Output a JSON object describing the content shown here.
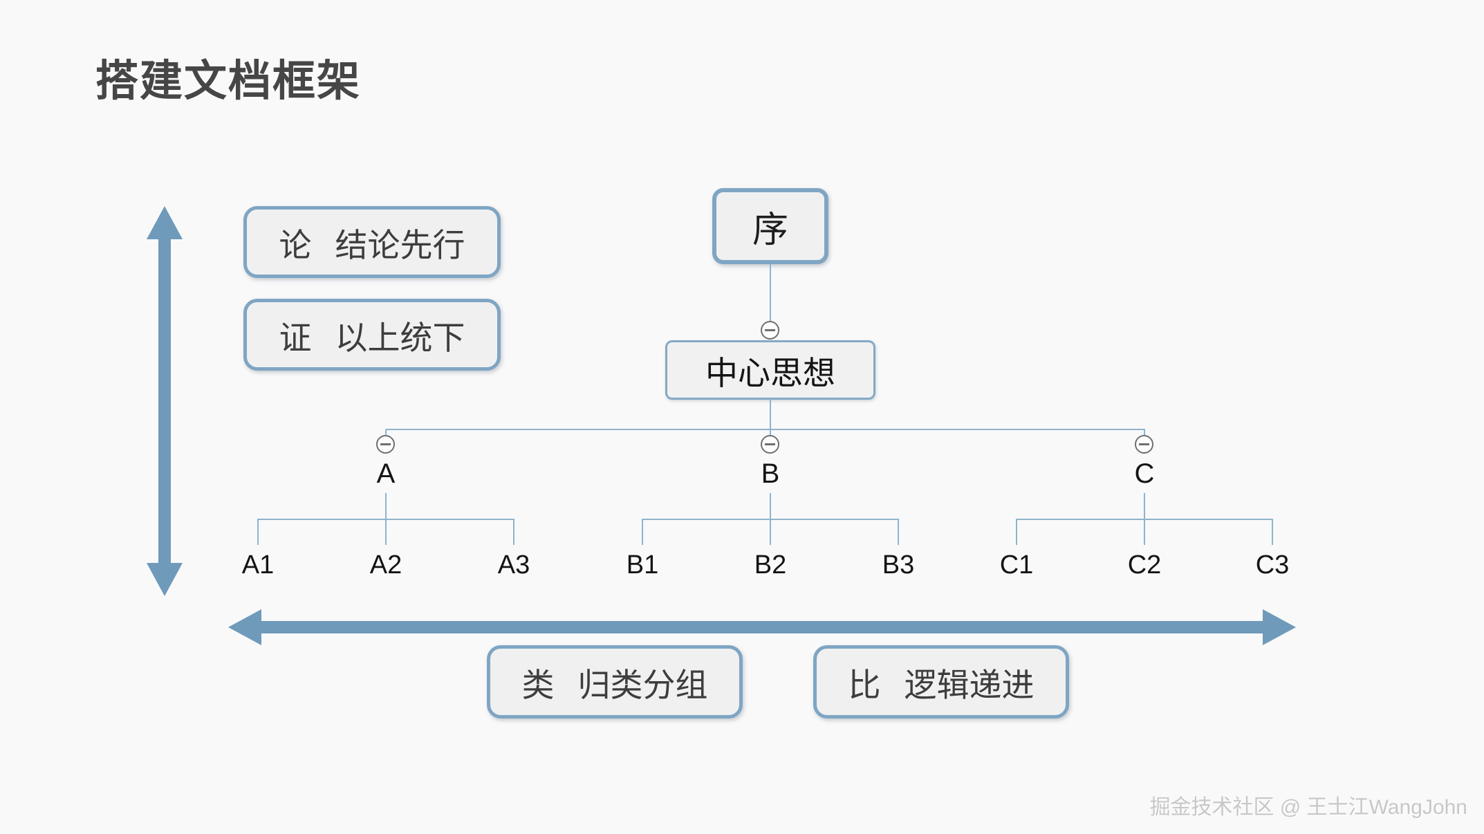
{
  "title": "搭建文档框架",
  "watermark": "掘金技术社区 @ 王士江WangJohn",
  "colors": {
    "background": "#f9f9fa",
    "arrow_blue": "#6f9aba",
    "box_border_blue": "#7fa5c3",
    "box_fill": "#f0f0f1",
    "connector_line": "#8fb3cc",
    "collapse_icon_gray": "#6e6e6e",
    "title_text": "#464646",
    "box_text": "#3d3d3d",
    "node_text": "#141414",
    "watermark_text": "#c7c7c9"
  },
  "vertical_axis": {
    "description_boxes": [
      {
        "key": "论",
        "label": "结论先行"
      },
      {
        "key": "证",
        "label": "以上统下"
      }
    ]
  },
  "horizontal_axis": {
    "description_boxes": [
      {
        "key": "类",
        "label": "归类分组"
      },
      {
        "key": "比",
        "label": "逻辑递进"
      }
    ]
  },
  "tree": {
    "root": "序",
    "central_topic": "中心思想",
    "branches": [
      {
        "label": "A",
        "children": [
          "A1",
          "A2",
          "A3"
        ]
      },
      {
        "label": "B",
        "children": [
          "B1",
          "B2",
          "B3"
        ]
      },
      {
        "label": "C",
        "children": [
          "C1",
          "C2",
          "C3"
        ]
      }
    ]
  },
  "icons": {
    "collapse": "minus-circle-icon"
  }
}
